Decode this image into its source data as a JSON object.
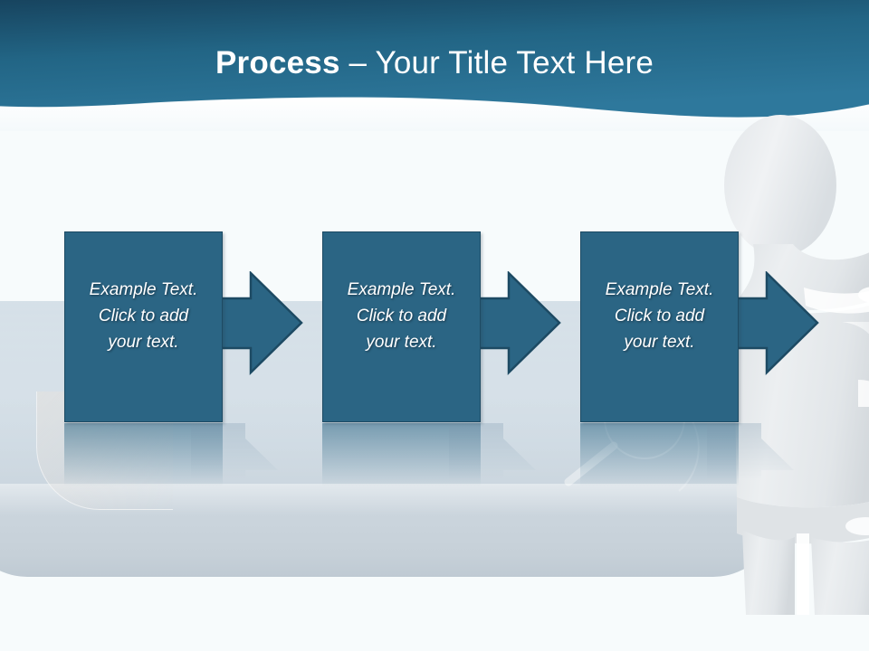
{
  "slide": {
    "title_bold": "Process",
    "title_separator": " – ",
    "title_light": "Your Title Text Here",
    "title_full": "Process – Your Title Text Here"
  },
  "colors": {
    "header_gradient_top": "#1b4c6b",
    "header_gradient_bottom": "#2d7396",
    "box_fill": "#2b6584",
    "box_border": "#1d4a63",
    "arrow_fill": "#2b6584",
    "arrow_border": "#1d4a63",
    "stage_panel": "#ccd8e1",
    "page_background": "#f7fbfc",
    "text_on_box": "#ffffff",
    "figure_white": "#e9ecee"
  },
  "steps": [
    {
      "id": "step-1",
      "lines": [
        "Example Text.",
        "Click  to add",
        "your text."
      ],
      "arrow_icon": "right-arrow-icon"
    },
    {
      "id": "step-2",
      "lines": [
        "Example Text.",
        "Click  to add",
        "your text."
      ],
      "arrow_icon": "right-arrow-icon"
    },
    {
      "id": "step-3",
      "lines": [
        "Example Text.",
        "Click  to add",
        "your text."
      ],
      "arrow_icon": "right-arrow-icon"
    }
  ],
  "decor": {
    "mannequin_icon": "3d-mannequin-figure",
    "magnifier_icon": "magnifying-glass-icon",
    "wave_divider": "wave-divider-shape",
    "stage_platform": "rounded-stage-platform"
  }
}
